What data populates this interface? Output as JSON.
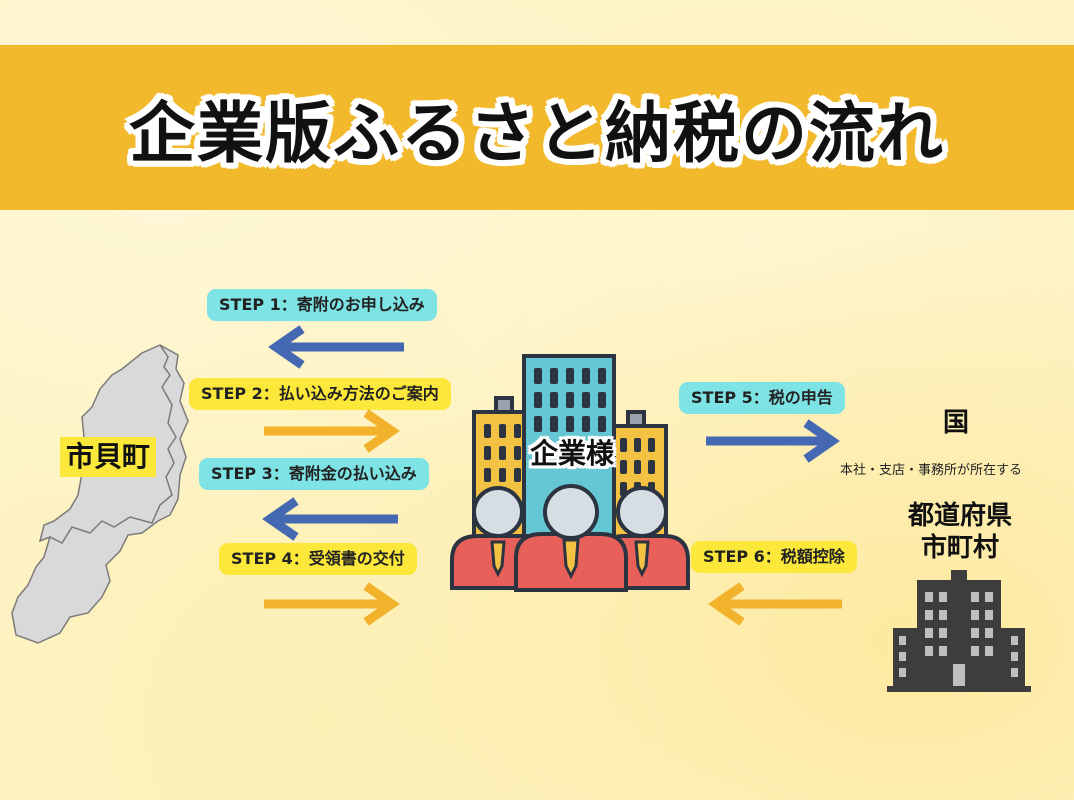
{
  "title": "企業版ふるさと納税の流れ",
  "steps": {
    "step1": "STEP 1：寄附のお申し込み",
    "step2": "STEP 2：払い込み方法のご案内",
    "step3": "STEP 3：寄附金の払い込み",
    "step4": "STEP 4：受領書の交付",
    "step5": "STEP 5：税の申告",
    "step6": "STEP 6：税額控除"
  },
  "entities": {
    "town": "市貝町",
    "company": "企業様",
    "country": "国",
    "country_note": "本社・支店・事務所が所在する",
    "prefecture_line1": "都道府県",
    "prefecture_line2": "市町村"
  },
  "icons": [
    "town-map-icon",
    "company-building-people-icon",
    "government-building-icon",
    "arrow-left-icon",
    "arrow-right-icon"
  ],
  "colors": {
    "banner": "#f2b92c",
    "step_cyan": "#7ee3e4",
    "step_yellow": "#fbe83a",
    "arrow_blue": "#4468b2",
    "arrow_orange": "#f2b22c"
  }
}
